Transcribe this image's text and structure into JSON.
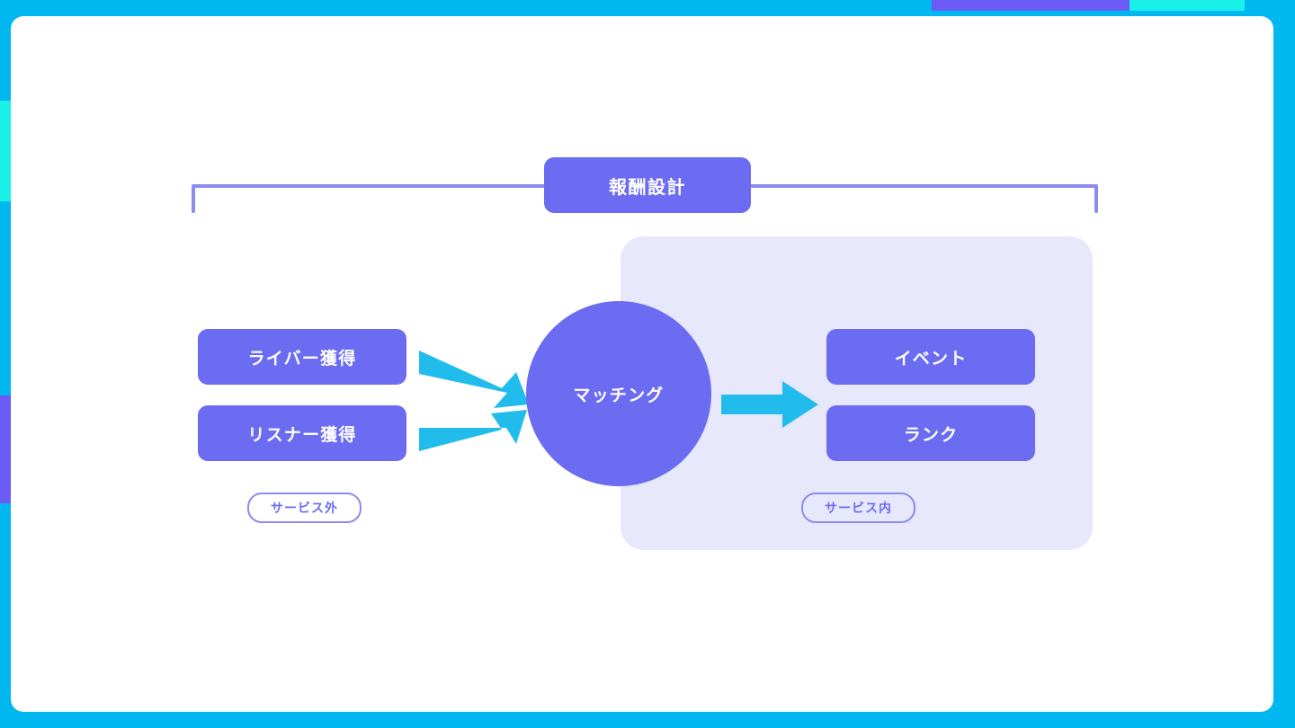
{
  "diagram": {
    "title_chip": {
      "label": "報酬設計"
    },
    "left_group": {
      "boxes": [
        {
          "label": "ライバー獲得",
          "name": "liver-acquisition"
        },
        {
          "label": "リスナー獲得",
          "name": "listener-acquisition"
        }
      ],
      "pill": {
        "label": "サービス外"
      }
    },
    "center": {
      "label": "マッチング"
    },
    "right_group": {
      "boxes": [
        {
          "label": "イベント",
          "name": "event"
        },
        {
          "label": "ランク",
          "name": "rank"
        }
      ],
      "pill": {
        "label": "サービス内"
      }
    },
    "arrows": [
      {
        "name": "arrow-liver-to-matching",
        "direction": "right-down"
      },
      {
        "name": "arrow-listener-to-matching",
        "direction": "right-up"
      },
      {
        "name": "arrow-matching-to-services",
        "direction": "right"
      }
    ]
  },
  "colors": {
    "purple": "#6C6CF2",
    "purple_outline": "#8B8BF0",
    "cyan": "#00B7F0",
    "cyan_arrow": "#22BCEC",
    "lavender_panel": "#E7E8FB",
    "canvas": "#FFFFFF",
    "accent_violet": "#6C5CF5",
    "accent_aqua": "#19F0E8"
  },
  "frame": {
    "segments": [
      {
        "name": "top-violet-bar",
        "color": "#6C5CF5"
      },
      {
        "name": "top-right-aqua-bar",
        "color": "#19F0E8"
      },
      {
        "name": "left-aqua-bar",
        "color": "#19F0E8"
      },
      {
        "name": "left-violet-bar",
        "color": "#6C5CF5"
      }
    ]
  }
}
